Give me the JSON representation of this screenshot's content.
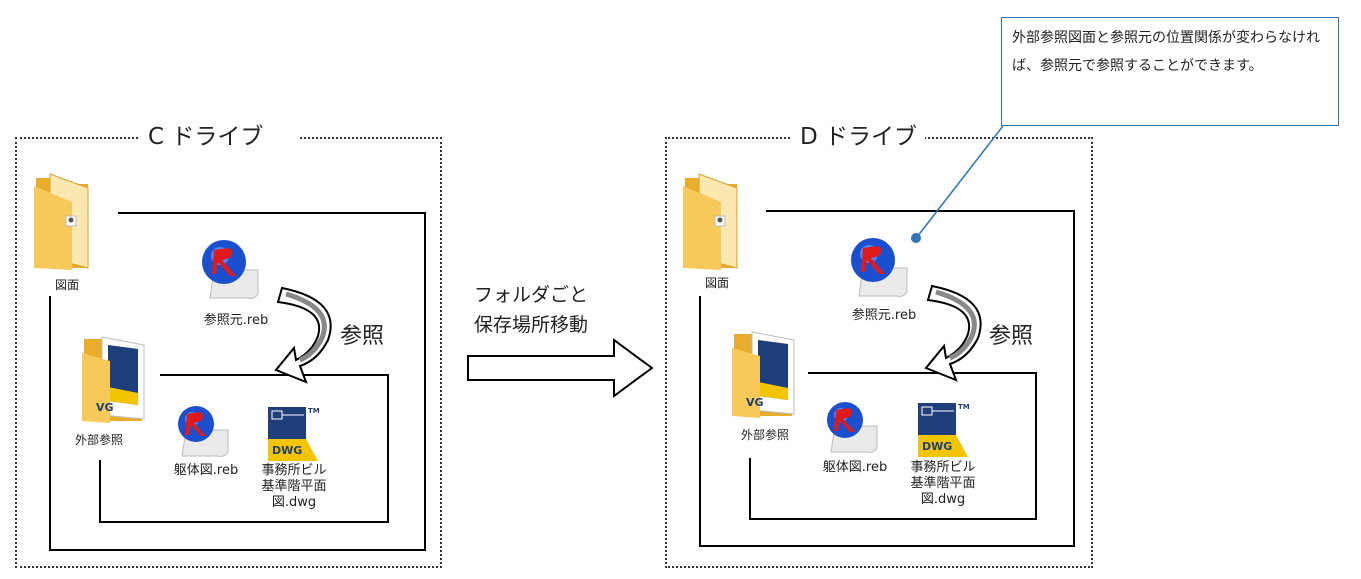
{
  "left_drive": {
    "label": "C ドライブ",
    "folder_zumen": "図面",
    "file_sanshomoto": "参照元.reb",
    "reference_label": "参照",
    "folder_gaibu": "外部参照",
    "file_kutai": "躯体図.reb",
    "file_dwg": "事務所ビル基準階平面図.dwg"
  },
  "right_drive": {
    "label": "D ドライブ",
    "folder_zumen": "図面",
    "file_sanshomoto": "参照元.reb",
    "reference_label": "参照",
    "folder_gaibu": "外部参照",
    "file_kutai": "躯体図.reb",
    "file_dwg": "事務所ビル基準階平面図.dwg"
  },
  "move": {
    "line1": "フォルダごと",
    "line2": "保存場所移動"
  },
  "callout": {
    "text": "外部参照図面と参照元の位置関係が変わらなければ、参照元で参照することができます。"
  },
  "icon_text": {
    "dwg": "DWG",
    "tm": "TM"
  },
  "colors": {
    "callout_border": "#2e75b6",
    "folder": "#f5c342",
    "dwg_yellow": "#f2c500",
    "dwg_blue": "#1f3f7a",
    "reb_red": "#e01a1a",
    "reb_blue": "#1a4fd0"
  }
}
